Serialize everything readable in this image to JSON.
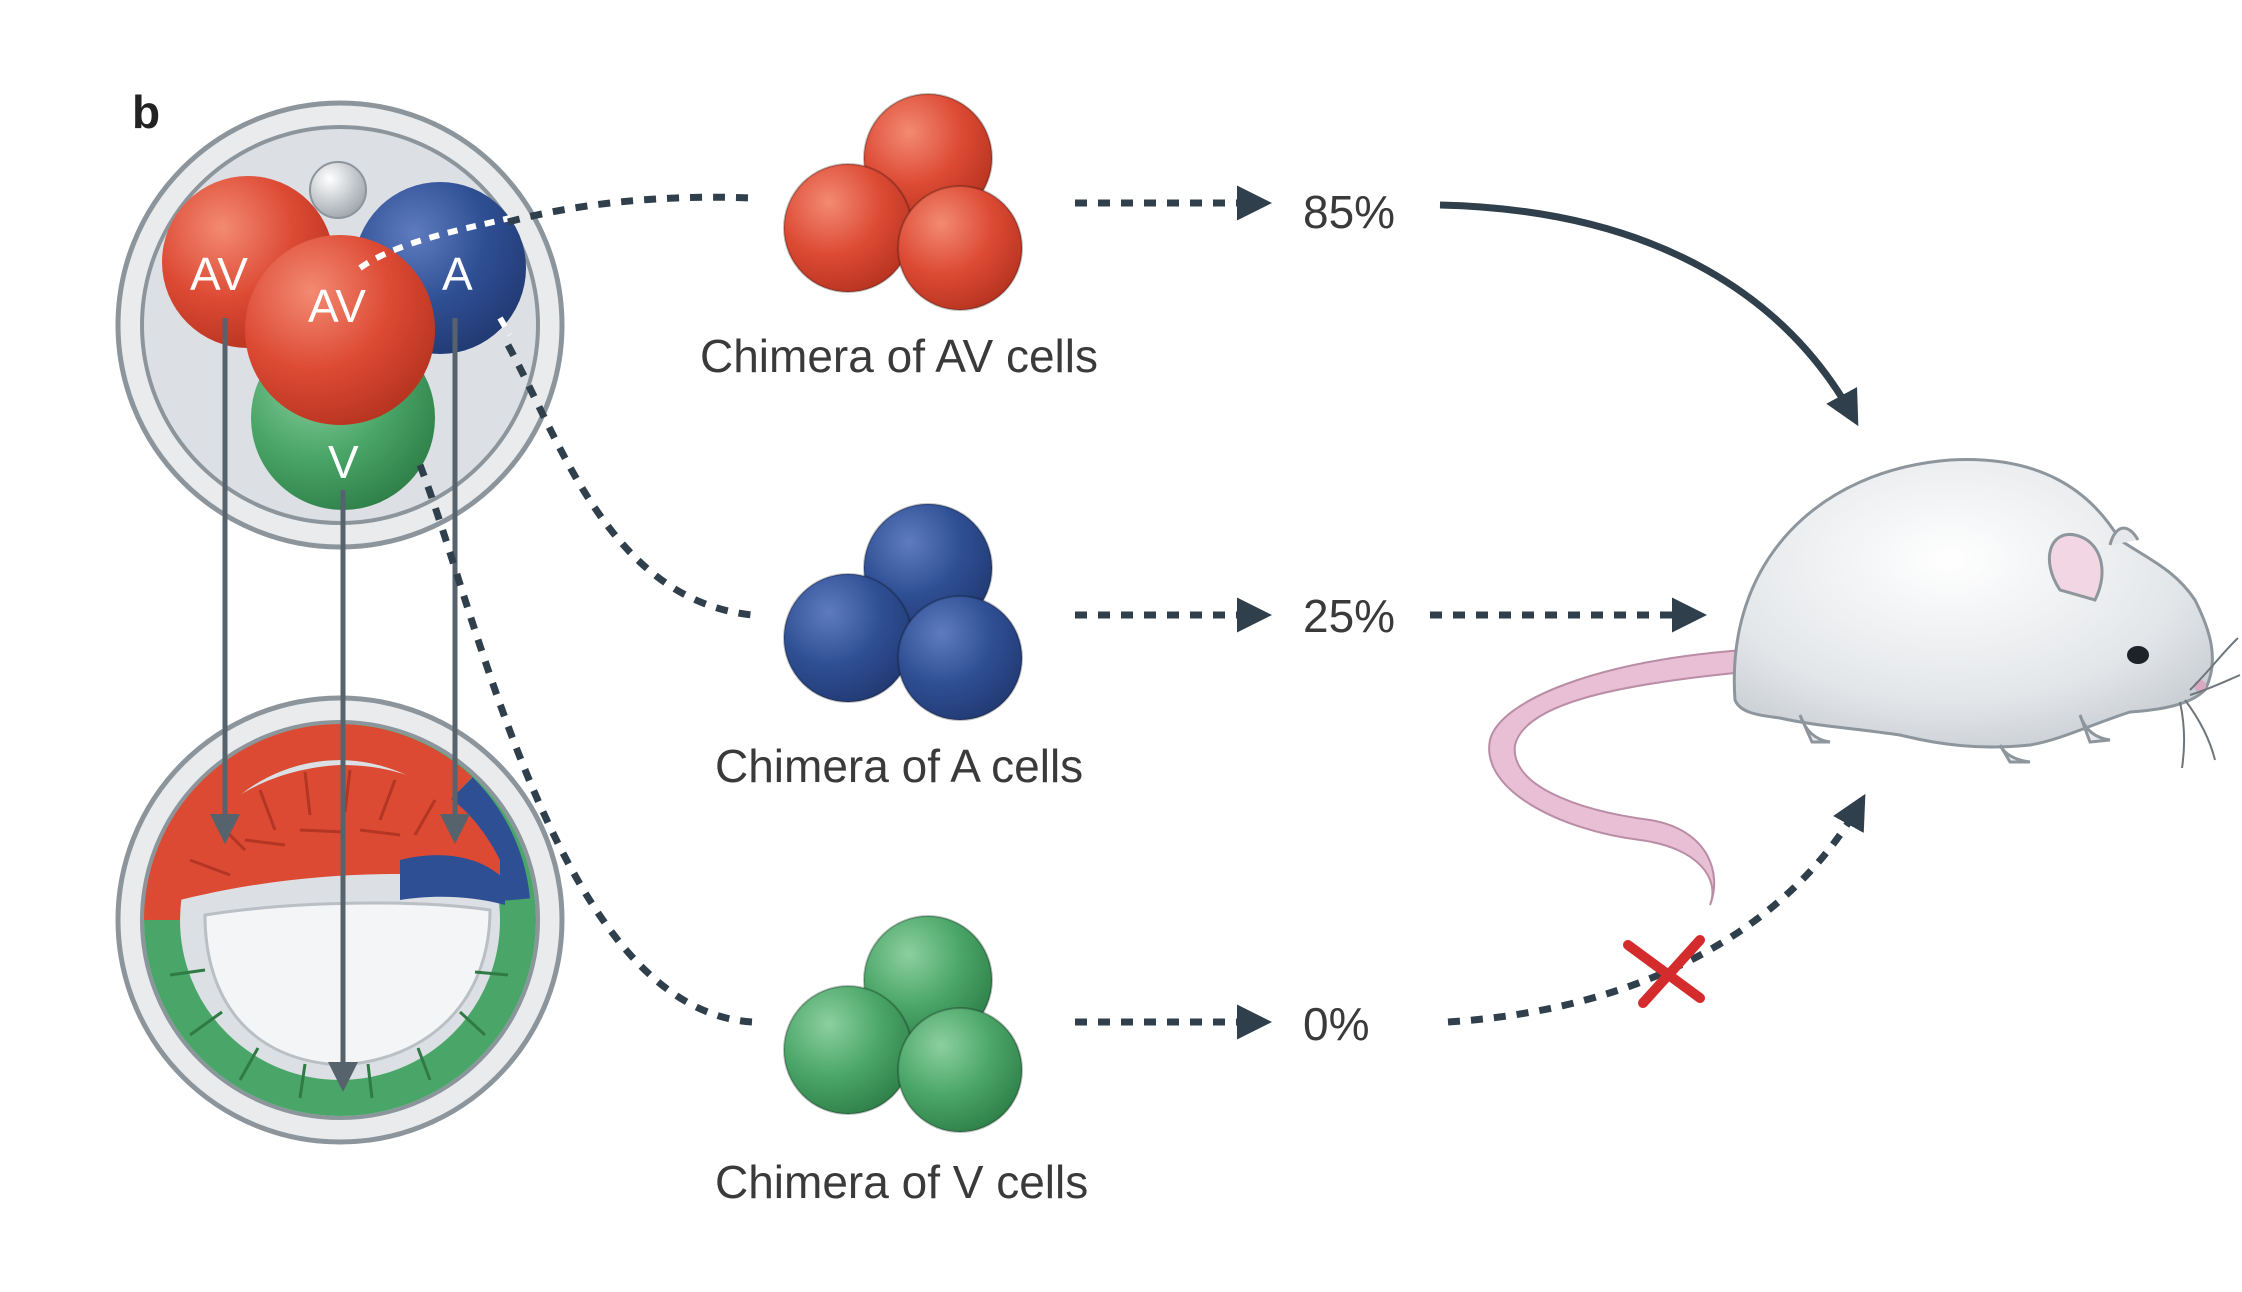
{
  "panel_label": "b",
  "embryo": {
    "cells": [
      {
        "label": "AV",
        "color": "#d9432f"
      },
      {
        "label": "AV",
        "color": "#d9432f"
      },
      {
        "label": "A",
        "color": "#2e4f92"
      },
      {
        "label": "V",
        "color": "#46a265"
      }
    ]
  },
  "chimeras": [
    {
      "caption": "Chimera of AV cells",
      "percent": "85%",
      "color": "#d9432f"
    },
    {
      "caption": "Chimera of A cells",
      "percent": "25%",
      "color": "#2e4f92"
    },
    {
      "caption": "Chimera of V cells",
      "percent": "0%",
      "color": "#46a265"
    }
  ],
  "colors": {
    "arrow": "#2f3f4b",
    "fail_mark": "#d42c2c",
    "mouse_body": "#e6e8eb",
    "tail": "#e8bfd4"
  }
}
